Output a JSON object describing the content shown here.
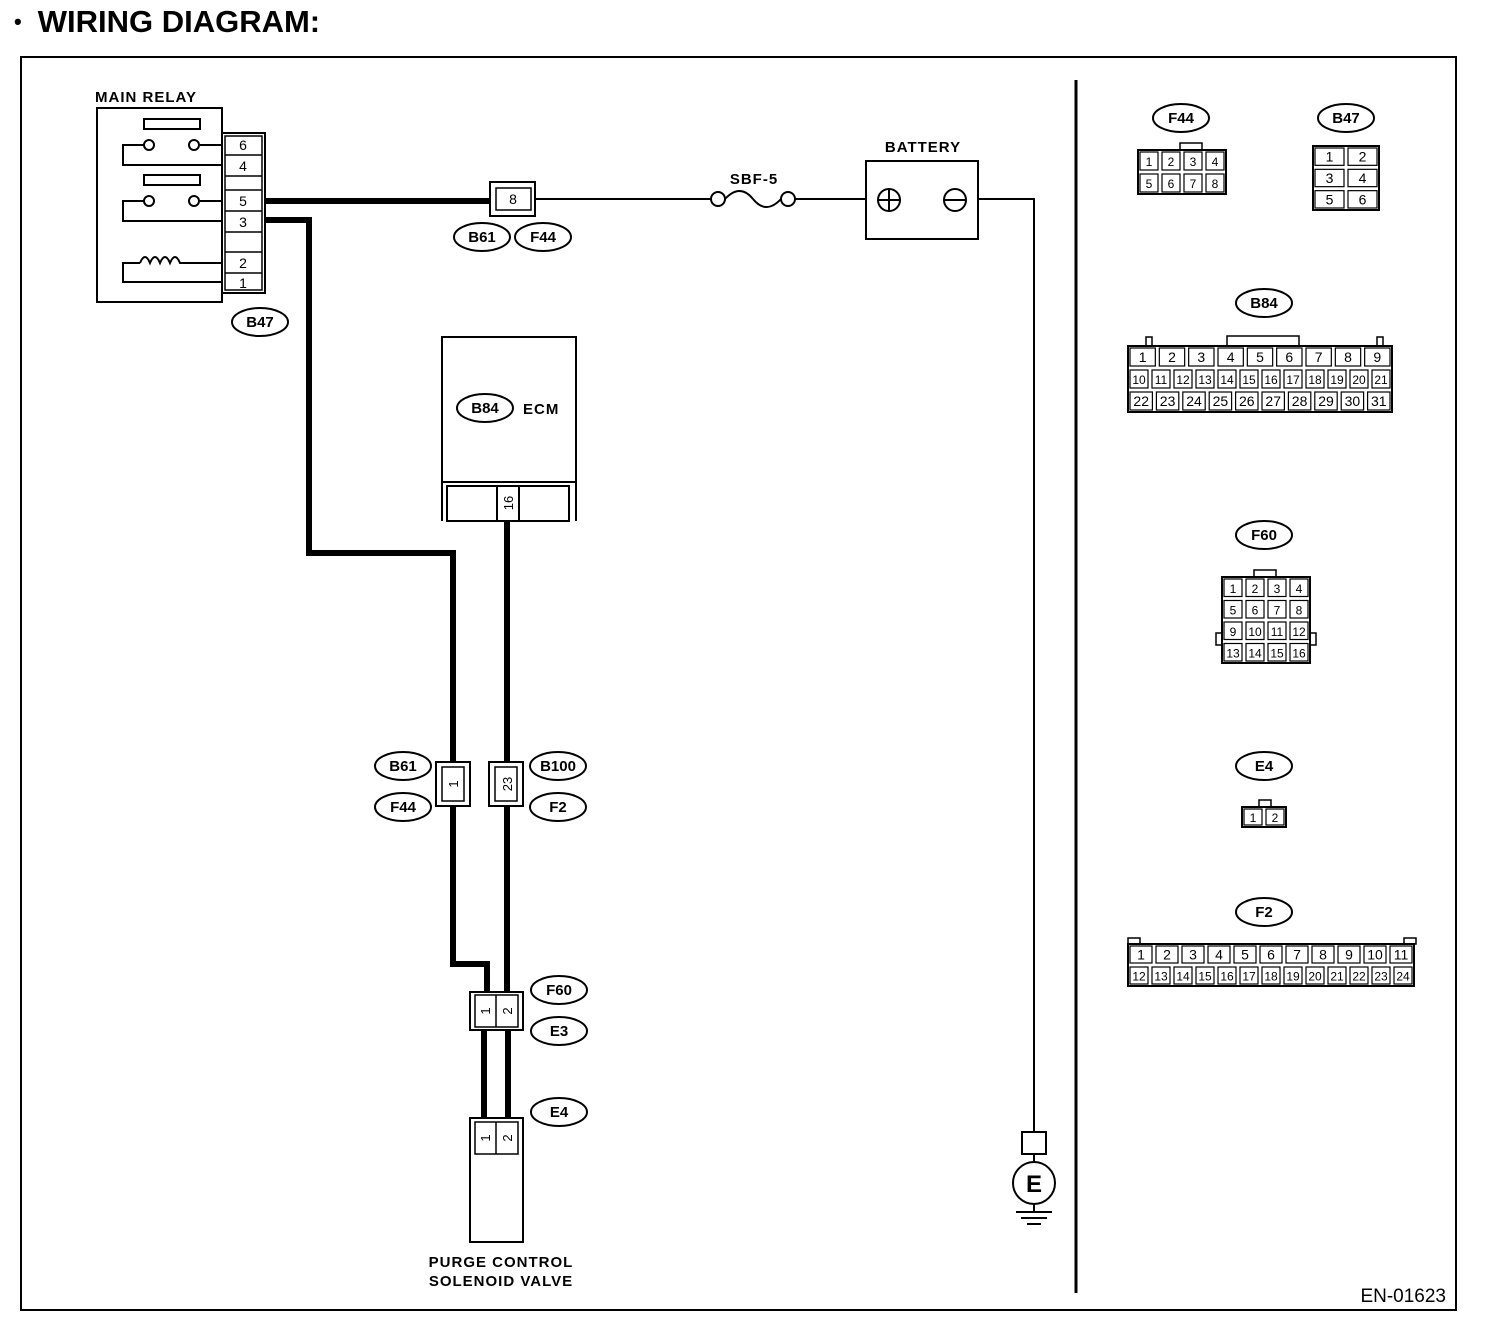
{
  "page": {
    "bullet": "•",
    "title": "WIRING DIAGRAM:",
    "figure_id": "EN-01623"
  },
  "components": {
    "main_relay": "MAIN RELAY",
    "battery": "BATTERY",
    "fuse": "SBF-5",
    "ecm": "ECM",
    "valve_line1": "PURGE CONTROL",
    "valve_line2": "SOLENOID VALVE",
    "ground": "E"
  },
  "tags": {
    "b47": "B47",
    "b61": "B61",
    "f44": "F44",
    "b84": "B84",
    "b100": "B100",
    "f2": "F2",
    "f60": "F60",
    "e3": "E3",
    "e4": "E4"
  },
  "pins": {
    "relay": [
      "6",
      "4",
      "5",
      "3",
      "2",
      "1"
    ],
    "b61_f44_top": "8",
    "ecm": "16",
    "b61_f44_mid": "1",
    "b100_f2": "23",
    "f60_e3": [
      "1",
      "2"
    ],
    "e4": [
      "1",
      "2"
    ]
  },
  "connector_views": {
    "f44": {
      "title": "F44",
      "rows": [
        [
          "1",
          "2",
          "3",
          "4"
        ],
        [
          "5",
          "6",
          "7",
          "8"
        ]
      ]
    },
    "b47": {
      "title": "B47",
      "rows": [
        [
          "1",
          "2"
        ],
        [
          "3",
          "4"
        ],
        [
          "5",
          "6"
        ]
      ]
    },
    "b84": {
      "title": "B84",
      "rows": [
        [
          "1",
          "2",
          "3",
          "4",
          "5",
          "6",
          "7",
          "8",
          "9"
        ],
        [
          "10",
          "11",
          "12",
          "13",
          "14",
          "15",
          "16",
          "17",
          "18",
          "19",
          "20",
          "21"
        ],
        [
          "22",
          "23",
          "24",
          "25",
          "26",
          "27",
          "28",
          "29",
          "30",
          "31"
        ]
      ]
    },
    "f60": {
      "title": "F60",
      "rows": [
        [
          "1",
          "2",
          "3",
          "4"
        ],
        [
          "5",
          "6",
          "7",
          "8"
        ],
        [
          "9",
          "10",
          "11",
          "12"
        ],
        [
          "13",
          "14",
          "15",
          "16"
        ]
      ]
    },
    "e4": {
      "title": "E4",
      "rows": [
        [
          "1",
          "2"
        ]
      ]
    },
    "f2": {
      "title": "F2",
      "rows": [
        [
          "1",
          "2",
          "3",
          "4",
          "5",
          "6",
          "7",
          "8",
          "9",
          "10",
          "11"
        ],
        [
          "12",
          "13",
          "14",
          "15",
          "16",
          "17",
          "18",
          "19",
          "20",
          "21",
          "22",
          "23",
          "24"
        ]
      ]
    }
  }
}
